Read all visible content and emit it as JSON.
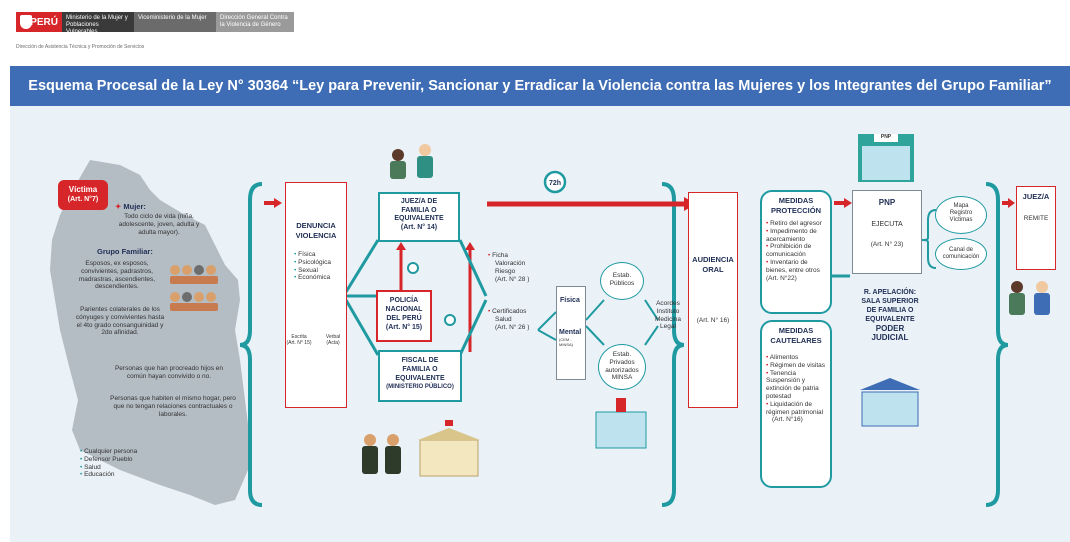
{
  "header": {
    "logo_text": "PERÚ",
    "ministry": "Ministerio de la Mujer y Poblaciones Vulnerables",
    "vice": "Viceministerio de la Mujer",
    "direccion": "Dirección General Contra la Violencia de Género",
    "sub": "Dirección de Asistencia Técnica y Promoción de Servicios"
  },
  "title": "Esquema Procesal de la  Ley N° 30364 “Ley para Prevenir, Sancionar y Erradicar la Violencia contra las Mujeres y los Integrantes del Grupo Familiar”",
  "victima": {
    "label1": "Víctima",
    "label2": "(Art. N°7)",
    "mujer_title": "Mujer:",
    "mujer_text": "Todo ciclo de vida (niña, adolescente, joven, adulta y adulta mayor).",
    "grupo_title": "Grupo Familiar:",
    "items": [
      "Esposos, ex esposos, convivientes, padrastros, madrastras, ascendientes, descendientes.",
      "Parientes colaterales de los cónyuges y convivientes hasta el 4to grado consanguinidad y 2do afinidad.",
      "Personas que han procreado hijos en común hayan convivido o no.",
      "Personas que habiten el mismo hogar, pero que no tengan relaciones contractuales o laborales."
    ],
    "bottom_list": [
      "Cualquier persona",
      "Defensor Pueblo",
      "Salud",
      "Educación"
    ]
  },
  "denuncia": {
    "title1": "DENUNCIA",
    "title2": "VIOLENCIA",
    "types": [
      "Física",
      "Psicológica",
      "Sexual",
      "Económica"
    ],
    "escrita1": "Escrita",
    "escrita2": "(Art. N° 15)",
    "verbal1": "Verbal",
    "verbal2": "(Acta)"
  },
  "juez": {
    "line1": "JUEZ/A DE",
    "line2": "FAMILIA O",
    "line3": "EQUIVALENTE",
    "art": "(Art. N° 14)"
  },
  "policia": {
    "line1": "POLICÍA",
    "line2": "NACIONAL",
    "line3": "DEL PERÚ",
    "art": "(Art. N° 15)"
  },
  "fiscal": {
    "line1": "FISCAL DE",
    "line2": "FAMILIA O",
    "line3": "EQUIVALENTE",
    "line4": "(MINISTERIO PÚBLICO)"
  },
  "clock_label": "72h",
  "ficha": {
    "l1": "Ficha",
    "l2": "Valoración",
    "l3": "Riesgo",
    "l4": "(Art. N° 28 )"
  },
  "certificados": {
    "l1": "Certificados",
    "l2": "Salud",
    "l3": "(Art. N° 26 )"
  },
  "fisica": "Física",
  "mental": {
    "label": "Mental",
    "sub": "(CEM - MINSA)"
  },
  "estab_publicos": {
    "l1": "Estab.",
    "l2": "Públicos"
  },
  "estab_privados": {
    "l1": "Estab.",
    "l2": "Privados",
    "l3": "autorizados",
    "l4": "MINSA"
  },
  "acordes": {
    "l1": "Acordes",
    "l2": "Instituto",
    "l3": "Medicina",
    "l4": "Legal"
  },
  "audiencia": {
    "l1": "AUDIENCIA",
    "l2": "ORAL",
    "art": "(Art. N° 16)"
  },
  "medidas_proteccion": {
    "title1": "MEDIDAS",
    "title2": "PROTECCIÓN",
    "items": [
      "Retiro del agresor",
      "Impedimento de acercamiento",
      "Prohibición de comunicación",
      "Inventario de bienes, entre otros (Art. N°22)"
    ]
  },
  "medidas_cautelares": {
    "title1": "MEDIDAS",
    "title2": "CAUTELARES",
    "items": [
      "Alimentos",
      "Régimen de visitas",
      "Tenencia Suspensión y extinción de patria potestad",
      "Liquidación de régimen patrimonial"
    ],
    "art": "(Art. N°16)"
  },
  "pnp": {
    "sign": "PNP",
    "title": "PNP",
    "ejecuta": "EJECUTA",
    "art": "(Art. N° 23)"
  },
  "mapa": {
    "l1": "Mapa",
    "l2": "Registro",
    "l3": "Víctimas"
  },
  "canal": {
    "l1": "Canal de",
    "l2": "comunicación"
  },
  "apelacion": {
    "l1": "R. APELACIÓN:",
    "l2": "SALA SUPERIOR",
    "l3": "DE FAMILIA O",
    "l4": "EQUIVALENTE",
    "l5": "PODER",
    "l6": "JUDICIAL"
  },
  "jueza": {
    "title": "JUEZ/A",
    "remite": "REMITE"
  },
  "colors": {
    "red": "#d7262a",
    "teal": "#1e9aa0",
    "navy": "#1f2e55",
    "blue": "#3e6db5",
    "bg": "#eaf1f7"
  }
}
